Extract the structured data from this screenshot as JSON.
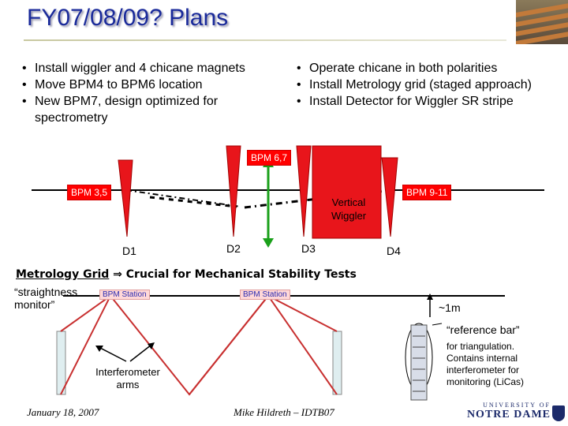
{
  "title": "FY07/08/09? Plans",
  "bullets_left": [
    "Install wiggler and 4 chicane magnets",
    "Move BPM4 to BPM6 location",
    "New BPM7, design optimized for spectrometry"
  ],
  "bullets_right": [
    "Operate chicane in both polarities",
    "Install Metrology grid (staged approach)",
    "Install Detector for Wiggler SR stripe"
  ],
  "diagram": {
    "bpm_top": "BPM 6,7",
    "bpm_left": "BPM 3,5",
    "bpm_right": "BPM 9-11",
    "wiggler_label_line1": "Vertical",
    "wiggler_label_line2": "Wiggler",
    "d1": "D1",
    "d2": "D2",
    "d3": "D3",
    "d4": "D4"
  },
  "metrology": {
    "title_bold": "Metrology Grid",
    "arrow": "⇒",
    "title_rest": "Crucial for Mechanical Stability Tests",
    "straightness": "“straightness monitor”",
    "station1": "BPM Station",
    "station2": "BPM Station",
    "interferometer": "Interferometer arms",
    "distance": "~1m",
    "reference_bar": "“reference bar”",
    "reference_desc": "for triangulation. Contains internal interferometer for monitoring (LiCas)"
  },
  "footer": {
    "date": "January 18, 2007",
    "author": "Mike Hildreth – IDTB07"
  },
  "logo": {
    "line1": "UNIVERSITY OF",
    "line2": "NOTRE DAME"
  },
  "colors": {
    "title": "#1a2a9a",
    "magnet": "#e8151b",
    "beam_arrow": "#1aa01a"
  }
}
